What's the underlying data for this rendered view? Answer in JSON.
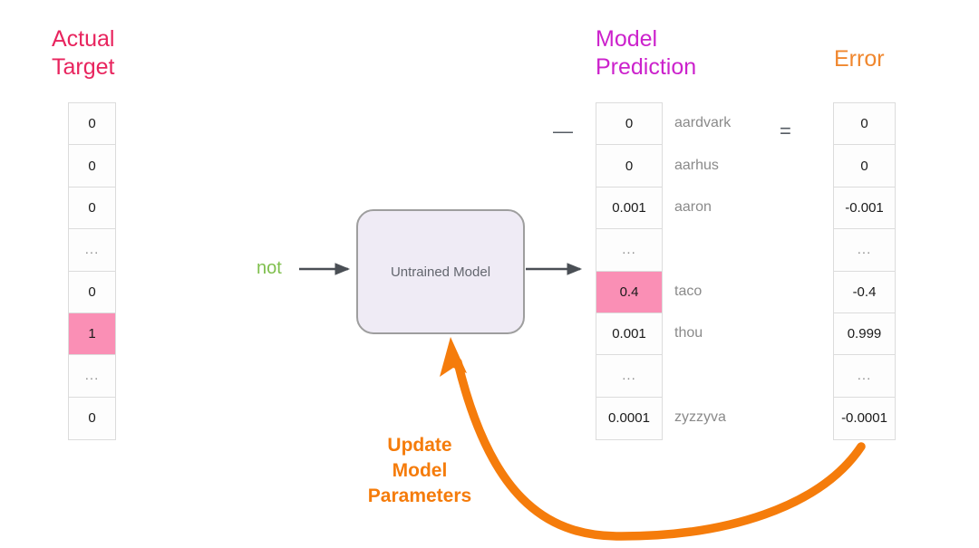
{
  "headings": {
    "actual_target": "Actual\nTarget",
    "model_prediction": "Model\nPrediction",
    "error": "Error"
  },
  "colors": {
    "actual_target_heading": "#E8245E",
    "model_prediction_heading": "#CC22CC",
    "error_heading": "#F0872E",
    "highlight_pink": "#FA8FB5",
    "input_word_green": "#7FBF4D",
    "update_orange": "#F57C0B",
    "model_box_fill": "#EFEBF5",
    "model_box_border": "#9E9E9E",
    "cell_border": "#DCDCDC",
    "arrow_gray": "#4A4F55"
  },
  "actual_target_column": {
    "cells": [
      {
        "value": "0",
        "highlighted": false
      },
      {
        "value": "0",
        "highlighted": false
      },
      {
        "value": "0",
        "highlighted": false
      },
      {
        "value": "...",
        "highlighted": false
      },
      {
        "value": "0",
        "highlighted": false
      },
      {
        "value": "1",
        "highlighted": true
      },
      {
        "value": "...",
        "highlighted": false
      },
      {
        "value": "0",
        "highlighted": false
      }
    ]
  },
  "model_prediction_column": {
    "cells": [
      {
        "value": "0",
        "word": "aardvark",
        "highlighted": false
      },
      {
        "value": "0",
        "word": "aarhus",
        "highlighted": false
      },
      {
        "value": "0.001",
        "word": "aaron",
        "highlighted": false
      },
      {
        "value": "...",
        "word": "",
        "highlighted": false
      },
      {
        "value": "0.4",
        "word": "taco",
        "highlighted": true
      },
      {
        "value": "0.001",
        "word": "thou",
        "highlighted": false
      },
      {
        "value": "...",
        "word": "",
        "highlighted": false
      },
      {
        "value": "0.0001",
        "word": "zyzzyva",
        "highlighted": false
      }
    ]
  },
  "error_column": {
    "cells": [
      {
        "value": "0"
      },
      {
        "value": "0"
      },
      {
        "value": "-0.001"
      },
      {
        "value": "..."
      },
      {
        "value": "-0.4"
      },
      {
        "value": "0.999"
      },
      {
        "value": "..."
      },
      {
        "value": "-0.0001"
      }
    ]
  },
  "operators": {
    "minus": "—",
    "equals": "="
  },
  "model": {
    "input_word": "not",
    "box_label": "Untrained Model"
  },
  "update_caption": "Update\nModel\nParameters"
}
